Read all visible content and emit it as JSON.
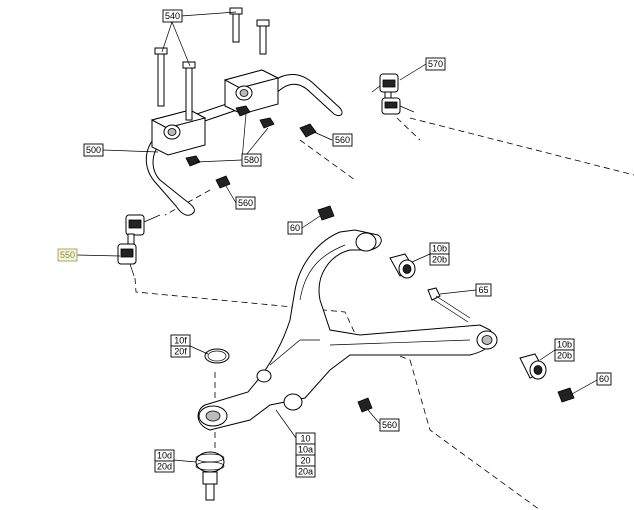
{
  "callouts": {
    "c540": "540",
    "c570": "570",
    "c500": "500",
    "c560_nut_top": "560",
    "c580": "580",
    "c560_link": "560",
    "c60_top": "60",
    "c10b_top": "10b",
    "c20b_top": "20b",
    "c550": "550",
    "c65": "65",
    "c10f": "10f",
    "c20f": "20f",
    "c10b_bottom": "10b",
    "c20b_bottom": "20b",
    "c60_bottom": "60",
    "c560_arm": "560",
    "c10d": "10d",
    "c20d": "20d",
    "c10": "10",
    "c10a": "10a",
    "c20": "20",
    "c20a": "20a"
  },
  "highlight_color": "#a0a060"
}
